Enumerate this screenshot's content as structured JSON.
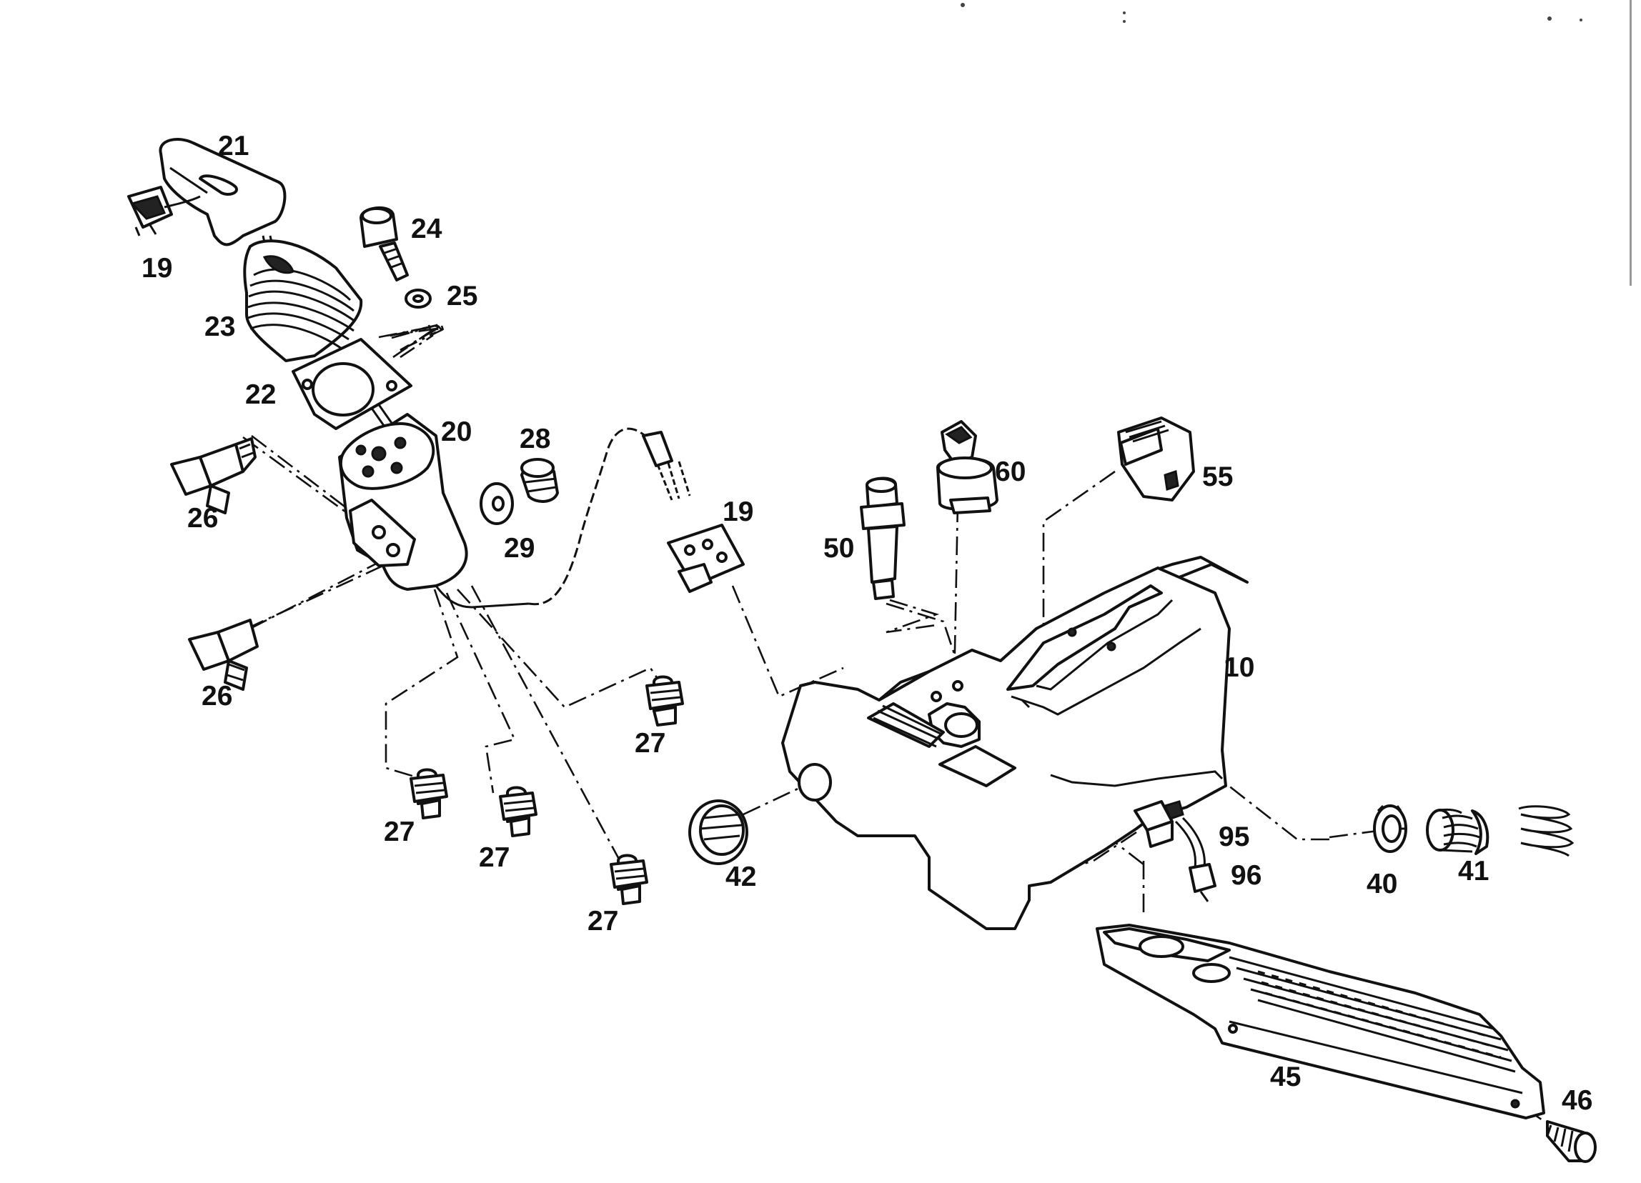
{
  "diagram": {
    "labels": {
      "p21": "21",
      "p19a": "19",
      "p24": "24",
      "p25": "25",
      "p23": "23",
      "p22": "22",
      "p20": "20",
      "p28": "28",
      "p29": "29",
      "p26a": "26",
      "p26b": "26",
      "p19b": "19",
      "p60": "60",
      "p55": "55",
      "p50": "50",
      "p10": "10",
      "p27a": "27",
      "p27b": "27",
      "p27c": "27",
      "p27d": "27",
      "p42": "42",
      "p95": "95",
      "p96": "96",
      "p40": "40",
      "p41": "41",
      "p45": "45",
      "p46": "46"
    }
  }
}
